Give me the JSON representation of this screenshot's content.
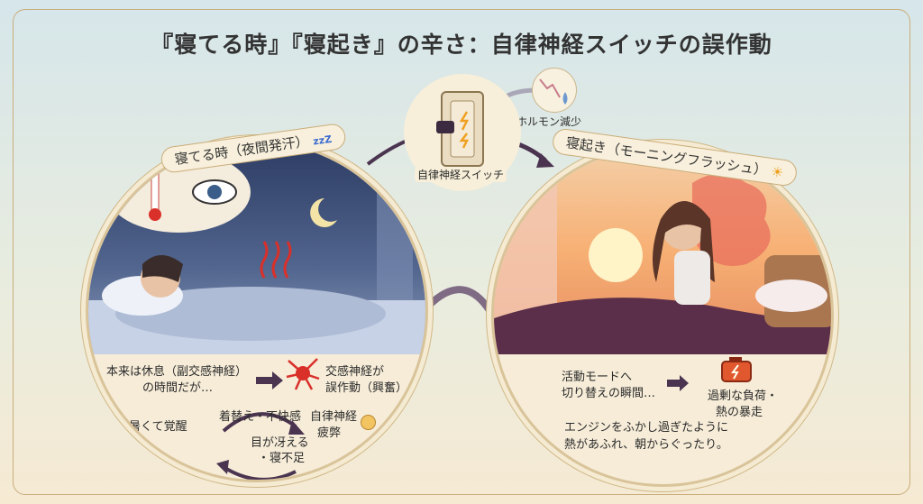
{
  "title": "『寝てる時』『寝起き』の辛さ：自律神経スイッチの誤作動",
  "center": {
    "switch_label": "自律神経スイッチ",
    "hormone_label": "ホルモン減少"
  },
  "night": {
    "header": "寝てる時（夜間発汗）",
    "zzz": "zzZ",
    "line1": "本来は休息（副交感神経）",
    "line2": "の時間だが…",
    "result1": "交感神経が",
    "result2": "誤作動（興奮）",
    "cycle": {
      "awake": "暑くて覚醒",
      "change": "着替え・不快感",
      "fatigue1": "自律神経",
      "fatigue2": "疲弊",
      "sleep1": "目が冴える",
      "sleep2": "・寝不足"
    }
  },
  "morning": {
    "header": "寝起き（モーニングフラッシュ）",
    "line1": "活動モードへ",
    "line2": "切り替えの瞬間…",
    "result1": "過剰な負荷・",
    "result2": "熱の暴走",
    "summary1": "エンジンをふかし過ぎたように",
    "summary2": "熱があふれ、朝からぐったり。"
  },
  "colors": {
    "accent_purple": "#4a3450",
    "neuron_red": "#d9302a",
    "engine_orange": "#e2582e",
    "border_gold": "#c9ad7a"
  }
}
